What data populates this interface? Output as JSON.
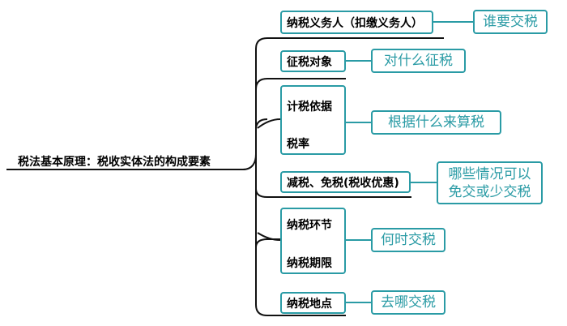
{
  "root": {
    "label": "税法基本原理：税收实体法的构成要素"
  },
  "elements": [
    {
      "label": "纳税义务人（扣缴义务人）",
      "note": "谁要交税"
    },
    {
      "label": "征税对象",
      "note": "对什么征税"
    },
    {
      "labels": [
        "计税依据",
        "税率"
      ],
      "note": "根据什么来算税"
    },
    {
      "label": "减税、免税(税收优惠)",
      "note_lines": [
        "哪些情况可以",
        "免交或少交税"
      ]
    },
    {
      "labels": [
        "纳税环节",
        "纳税期限"
      ],
      "note": "何时交税"
    },
    {
      "label": "纳税地点",
      "note": "去哪交税"
    }
  ],
  "colors": {
    "box_border": "#2a9ba5",
    "note_text": "#2a9ba5",
    "line": "#111111"
  }
}
